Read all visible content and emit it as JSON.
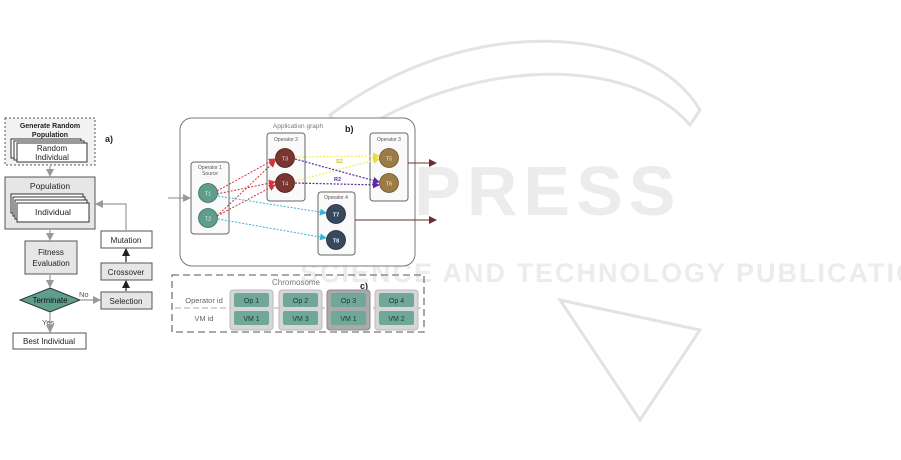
{
  "watermark": {
    "line1": "SCITEPRESS",
    "line2": "SCIENCE AND TECHNOLOGY PUBLICATIONS"
  },
  "panel_a": {
    "label": "a)",
    "generate_line1": "Generate Random",
    "generate_line2": "Population",
    "random_line1": "Random",
    "random_line2": "Individual",
    "population": "Population",
    "individual": "Individual",
    "fitness_line1": "Fitness",
    "fitness_line2": "Evaluation",
    "terminate": "Terminate",
    "no": "No",
    "yes": "Yes",
    "selection": "Selection",
    "crossover": "Crossover",
    "mutation": "Mutation",
    "best": "Best Individual"
  },
  "panel_b": {
    "label": "b)",
    "title": "Application graph",
    "op1_line1": "Operator 1",
    "op1_line2": "Source",
    "op2": "Operator 2",
    "op3": "Operator 3",
    "op4": "Operator 4",
    "tasks": [
      "T1",
      "T2",
      "T3",
      "T4",
      "T5",
      "T6",
      "T7",
      "T8"
    ],
    "edge_labels": [
      "S2",
      "R2"
    ]
  },
  "panel_c": {
    "label": "c)",
    "title": "Chromosome",
    "row1_label": "Operator id",
    "row2_label": "VM id",
    "genes": [
      {
        "op": "Op 1",
        "vm": "VM 1"
      },
      {
        "op": "Op 2",
        "vm": "VM 3"
      },
      {
        "op": "Op 3",
        "vm": "VM 1"
      },
      {
        "op": "Op 4",
        "vm": "VM 2"
      }
    ]
  },
  "colors": {
    "teal": "#5f9e8c",
    "maroon": "#7a3530",
    "gold": "#9c7b45",
    "navy": "#36495f",
    "red": "#d4323c",
    "blue": "#36b4d8",
    "yellow": "#f3ee5a",
    "purple": "#5b2aa3",
    "flow_fill": "#e6e6e6",
    "terminate_fill": "#5f9e8c",
    "gene_fill": "#6fa898",
    "dark_line": "#6b2f2b"
  }
}
